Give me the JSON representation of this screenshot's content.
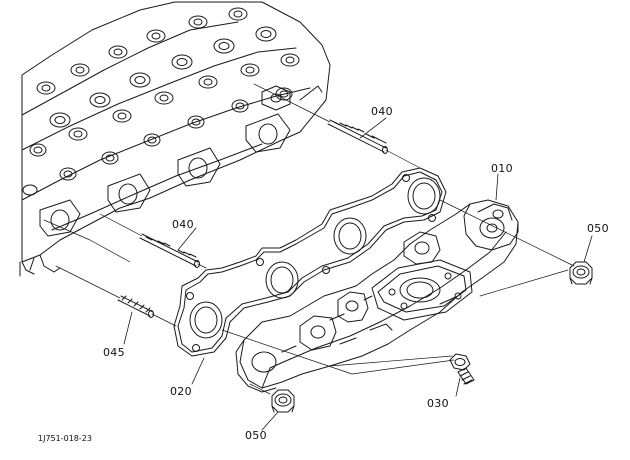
{
  "diagram": {
    "callouts": [
      {
        "id": "c040a",
        "label": "040"
      },
      {
        "id": "c010",
        "label": "010"
      },
      {
        "id": "c050a",
        "label": "050"
      },
      {
        "id": "c040b",
        "label": "040"
      },
      {
        "id": "c045",
        "label": "045"
      },
      {
        "id": "c020",
        "label": "020"
      },
      {
        "id": "c030",
        "label": "030"
      },
      {
        "id": "c050b",
        "label": "050"
      }
    ],
    "figure_code": "1J751-018-23"
  }
}
